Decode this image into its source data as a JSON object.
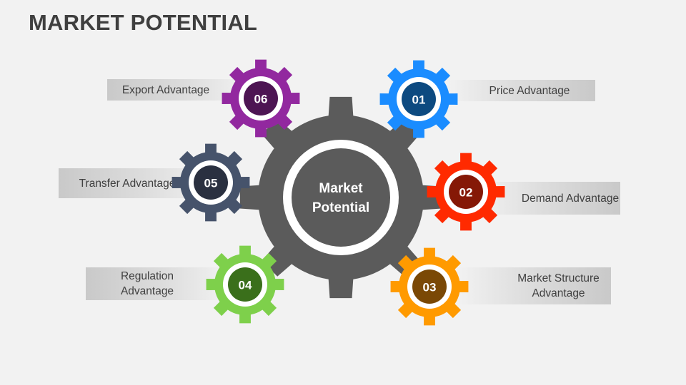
{
  "title": "MARKET POTENTIAL",
  "center": {
    "label_line1": "Market",
    "label_line2": "Potential"
  },
  "colors": {
    "center_gear": "#5b5b5b",
    "g01": "#1a8cff",
    "g01_core": "#0d4a80",
    "g02": "#ff2a00",
    "g02_core": "#851806",
    "g03": "#ff9a00",
    "g03_core": "#7a4805",
    "g04": "#7ed04b",
    "g04_core": "#3a6f1b",
    "g05": "#46536b",
    "g05_core": "#2a3040",
    "g06": "#92289f",
    "g06_core": "#4d1553"
  },
  "items": [
    {
      "number": "01",
      "label": "Price Advantage"
    },
    {
      "number": "02",
      "label": "Demand Advantage"
    },
    {
      "number": "03",
      "label_line1": "Market Structure",
      "label_line2": "Advantage"
    },
    {
      "number": "04",
      "label_line1": "Regulation",
      "label_line2": "Advantage"
    },
    {
      "number": "05",
      "label": "Transfer Advantage"
    },
    {
      "number": "06",
      "label": "Export Advantage"
    }
  ]
}
